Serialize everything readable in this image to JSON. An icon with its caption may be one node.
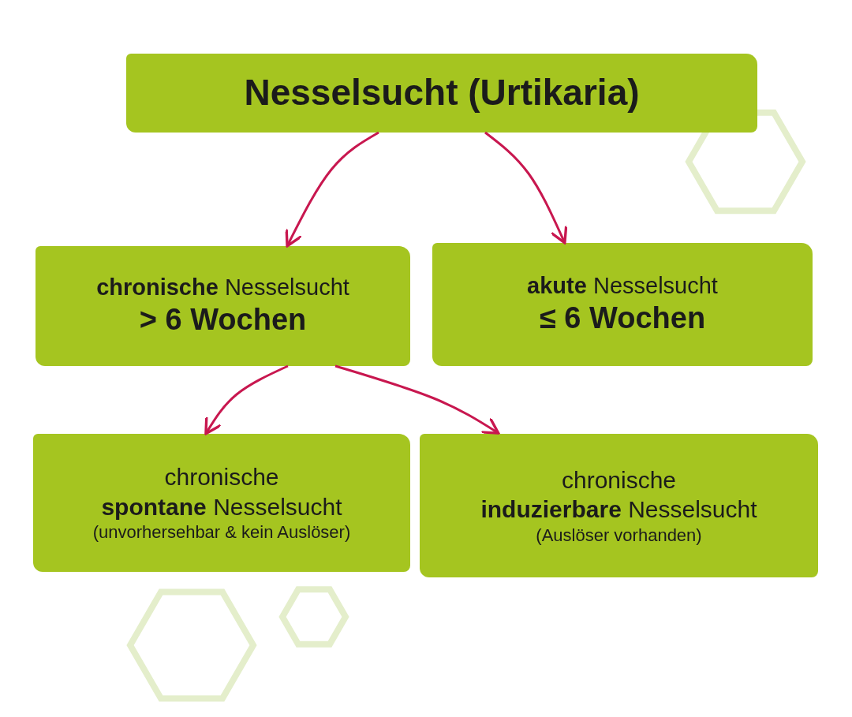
{
  "diagram": {
    "nodes": [
      {
        "text": [
          "Nesselsucht (Urtikaria)"
        ]
      },
      {
        "text": [
          "**chronische** Nesselsucht",
          "> 6 Wochen"
        ]
      },
      {
        "text": [
          "**akute** Nesselsucht",
          "≤ 6 Wochen"
        ]
      },
      {
        "text": [
          "chronische",
          "**spontane** Nesselsucht",
          "(unvorhersehbar & kein Auslöser)"
        ]
      },
      {
        "text": [
          "chronische",
          "**induzierbare** Nesselsucht",
          "(Auslöser vorhanden)"
        ]
      }
    ],
    "edges": [
      {
        "from": 0,
        "to": 1,
        "arrow": "to"
      },
      {
        "from": 0,
        "to": 2,
        "arrow": "to"
      },
      {
        "from": 1,
        "to": 3,
        "arrow": "to"
      },
      {
        "from": 1,
        "to": 4,
        "arrow": "to"
      }
    ]
  }
}
